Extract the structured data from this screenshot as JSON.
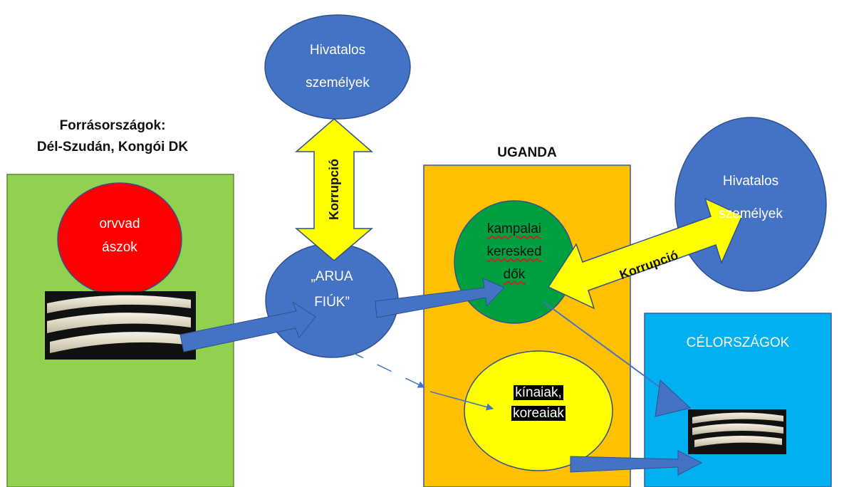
{
  "source_heading": {
    "line1": "Forrásországok:",
    "line2": "Dél-Szudán, Kongói DK"
  },
  "uganda_heading": "UGANDA",
  "destination_label": "CÉLORSZÁGOK",
  "officials_top": {
    "line1": "Hivatalos",
    "line2": "személyek"
  },
  "officials_right": {
    "line1": "Hivatalos",
    "line2": "személyek"
  },
  "poachers": {
    "line1": "orvvad",
    "line2": "ászok"
  },
  "arua_boys": {
    "line1": "„ARUA",
    "line2": "FIÚK”"
  },
  "kampala_traders": {
    "line1": "kampalai",
    "line2": "keresked",
    "line3": "dők"
  },
  "asian_buyers": {
    "line1": "kínaiak,",
    "line2": "koreaiak"
  },
  "corruption_vertical": "Korrupció",
  "corruption_diagonal": "Korrupció",
  "colors": {
    "source_box": "#92d050",
    "uganda_box": "#ffc000",
    "destination_box": "#00b0f0",
    "circle_blue": "#4472c4",
    "poacher_circle": "#ff0000",
    "traders_circle": "#00a040",
    "buyers_circle": "#ffff00",
    "corruption_arrow": "#ffff00"
  }
}
